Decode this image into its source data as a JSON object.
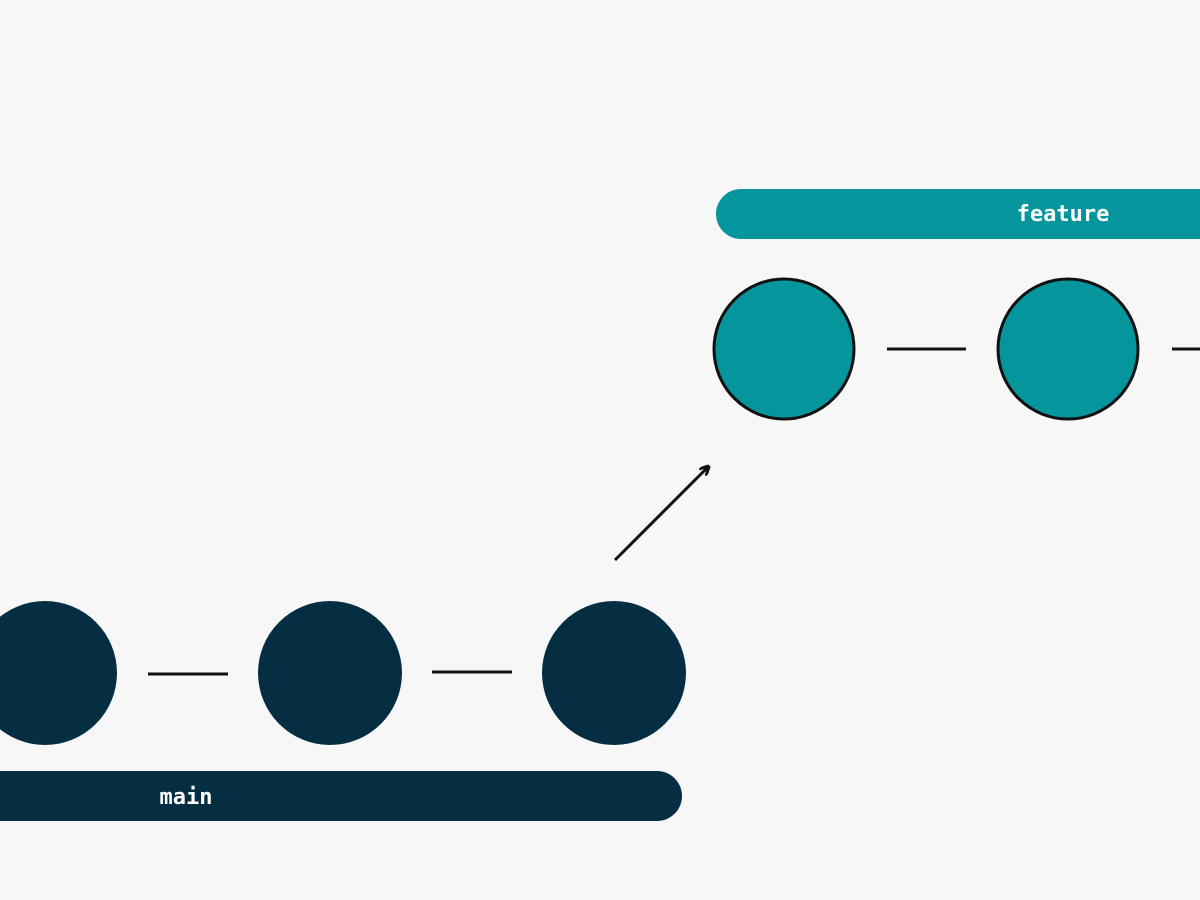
{
  "colors": {
    "background": "#f7f7f7",
    "main_branch": "#052e43",
    "feature_branch": "#04969c",
    "stroke": "#111111"
  },
  "branches": {
    "main": {
      "label": "main",
      "commit_count_visible": 3
    },
    "feature": {
      "label": "feature",
      "commit_count_visible": 2
    }
  }
}
